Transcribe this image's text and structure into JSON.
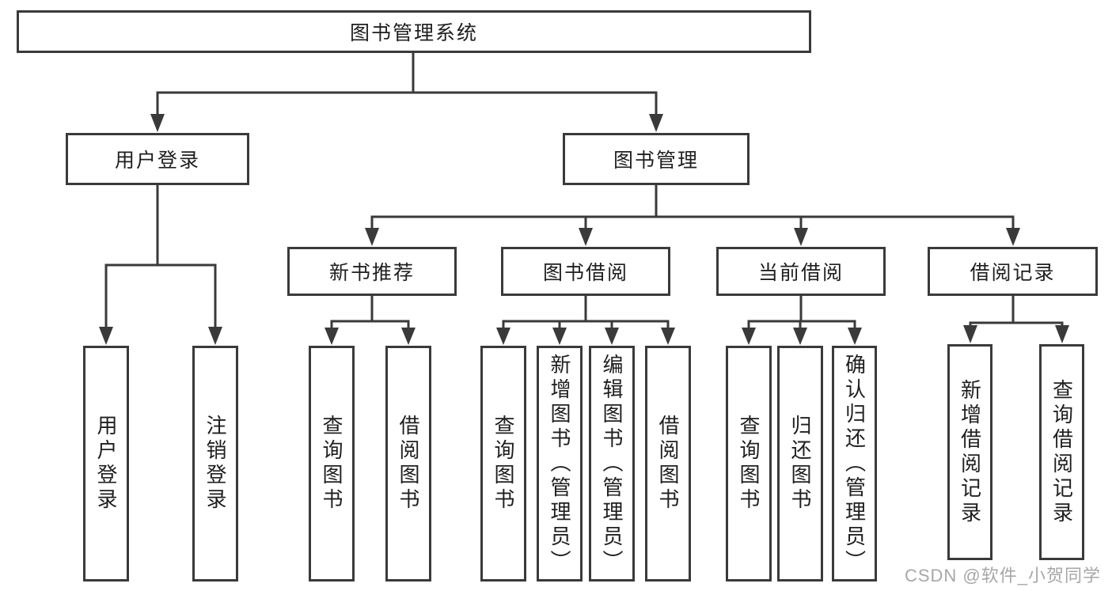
{
  "title": "图书管理系统",
  "watermark": "CSDN @软件_小贺同学",
  "colors": {
    "line": "#3a3a3a",
    "text": "#1f1f1f",
    "background": "#ffffff",
    "watermark": "#a0a0a0"
  },
  "nodes": {
    "root": {
      "label": "图书管理系统"
    },
    "user_login": {
      "label": "用户登录"
    },
    "book_mgmt": {
      "label": "图书管理"
    },
    "new_books": {
      "label": "新书推荐"
    },
    "book_borrow": {
      "label": "图书借阅"
    },
    "current_borrow": {
      "label": "当前借阅"
    },
    "borrow_records": {
      "label": "借阅记录"
    },
    "login_leaf": {
      "label": "用户登录"
    },
    "logout_leaf": {
      "label": "注销登录"
    },
    "nb_query": {
      "label": "查询图书"
    },
    "nb_borrow": {
      "label": "借阅图书"
    },
    "bb_query": {
      "label": "查询图书"
    },
    "bb_add": {
      "label": "新增图书（管理员）"
    },
    "bb_edit": {
      "label": "编辑图书（管理员）"
    },
    "bb_borrow": {
      "label": "借阅图书"
    },
    "cb_query": {
      "label": "查询图书"
    },
    "cb_return": {
      "label": "归还图书"
    },
    "cb_confirm": {
      "label": "确认归还（管理员）"
    },
    "br_add": {
      "label": "新增借阅记录"
    },
    "br_query": {
      "label": "查询借阅记录"
    }
  }
}
